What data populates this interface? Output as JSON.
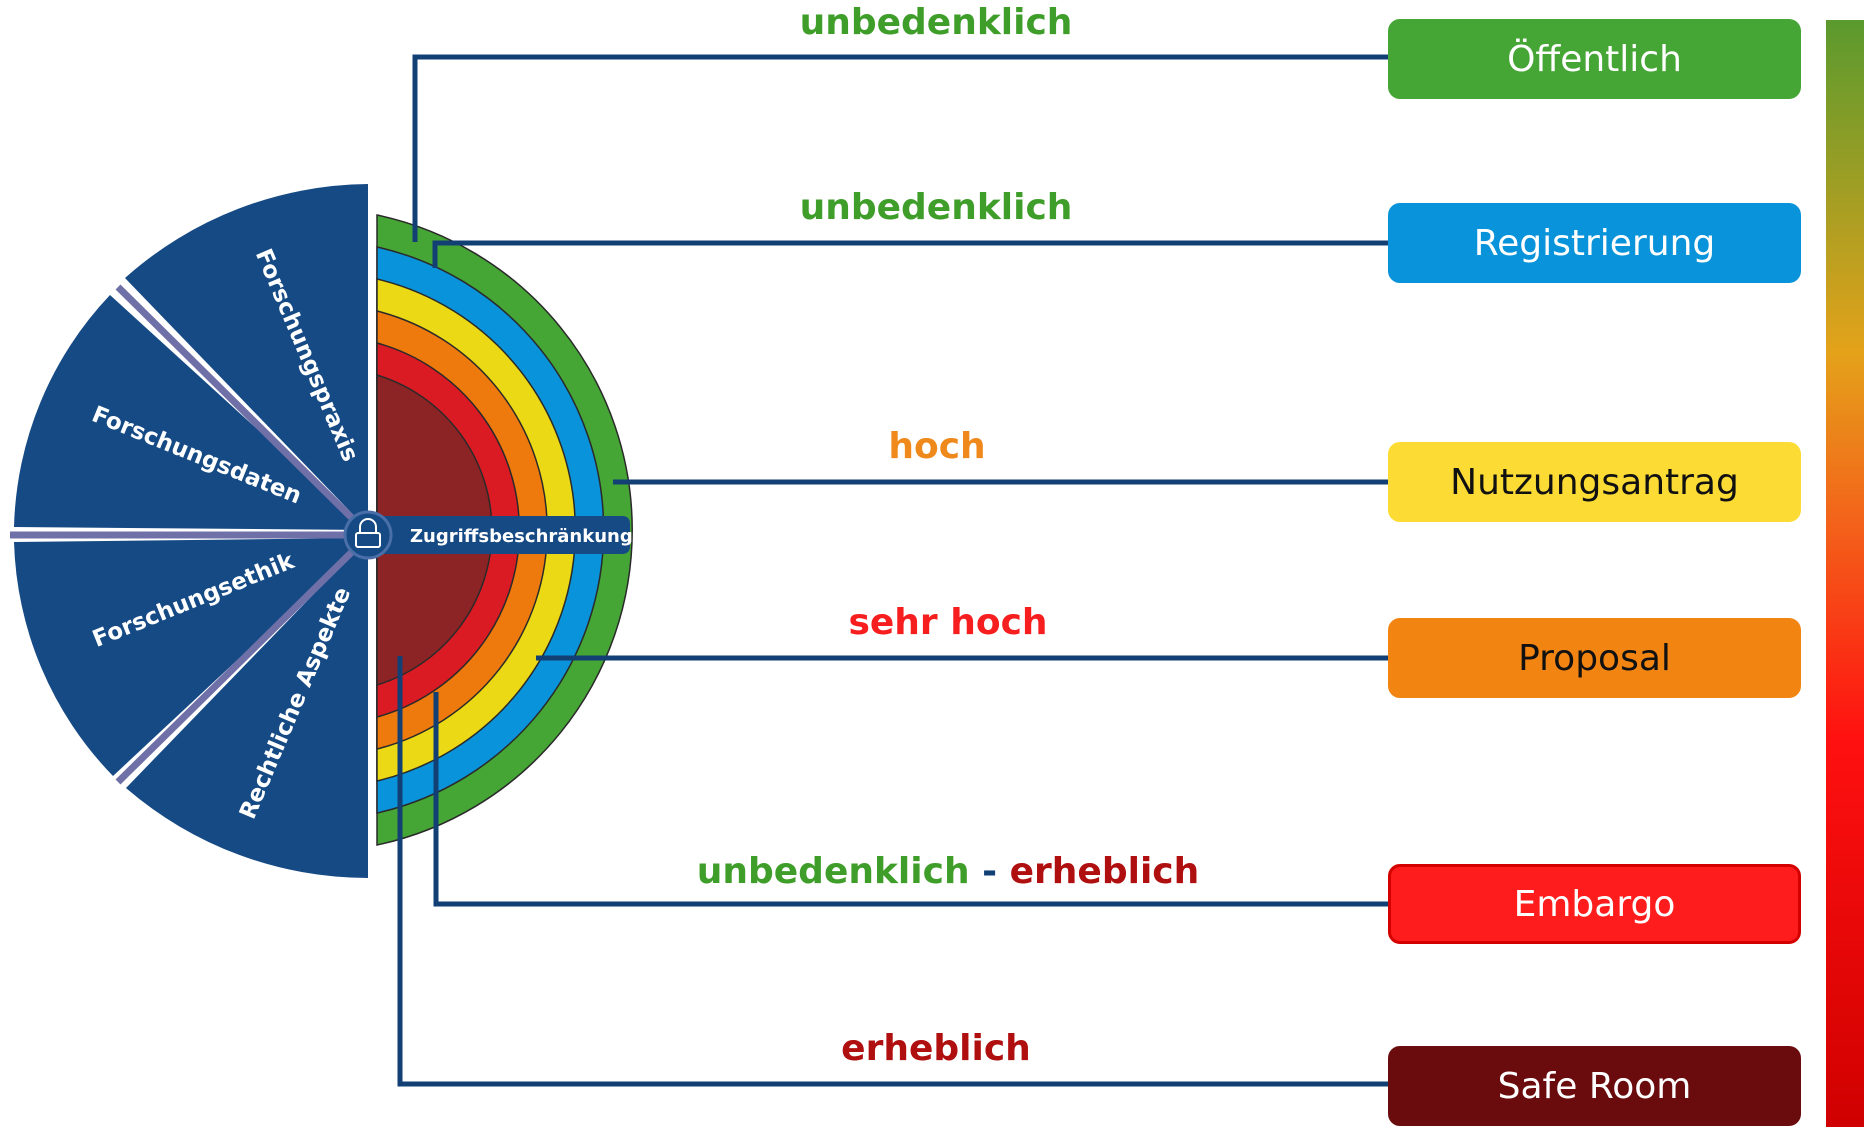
{
  "segments": {
    "practice": "Forschungspraxis",
    "data": "Forschungsdaten",
    "ethics": "Forschungsethik",
    "legal": "Rechtliche Aspekte"
  },
  "center_label": "Zugriffsbeschränkung",
  "levels": [
    {
      "name": "Öffentlich",
      "sensitivity": "unbedenklich",
      "color": "#45a535",
      "text_color": "#ffffff",
      "label_color": "#3f9e2a"
    },
    {
      "name": "Registrierung",
      "sensitivity": "unbedenklich",
      "color": "#0893da",
      "text_color": "#ffffff",
      "label_color": "#3f9e2a"
    },
    {
      "name": "Nutzungsantrag",
      "sensitivity": "hoch",
      "color": "#fcdc34",
      "text_color": "#111111",
      "label_color": "#f0891b"
    },
    {
      "name": "Proposal",
      "sensitivity": "sehr hoch",
      "color": "#f28412",
      "text_color": "#111111",
      "label_color": "#f61e1e"
    },
    {
      "name": "Embargo",
      "sensitivity_parts": [
        "unbedenklich",
        "-",
        "erheblich"
      ],
      "color": "#fe1c1c",
      "text_color": "#ffffff",
      "label_colors": [
        "#3f9e2a",
        "#123f74",
        "#b00f10"
      ]
    },
    {
      "name": "Safe Room",
      "sensitivity": "erheblich",
      "color": "#6a0c0e",
      "text_color": "#ffffff",
      "label_color": "#b00f10"
    }
  ],
  "colors": {
    "segment_fill": "#164a85",
    "segment_divider": "#7070a8",
    "connector": "#123f74",
    "ring_green": "#45a535",
    "ring_blue": "#0893da",
    "ring_yellow": "#ecd915",
    "ring_orange": "#ee7a0e",
    "ring_red": "#db1b23",
    "ring_dark": "#8c2426"
  }
}
